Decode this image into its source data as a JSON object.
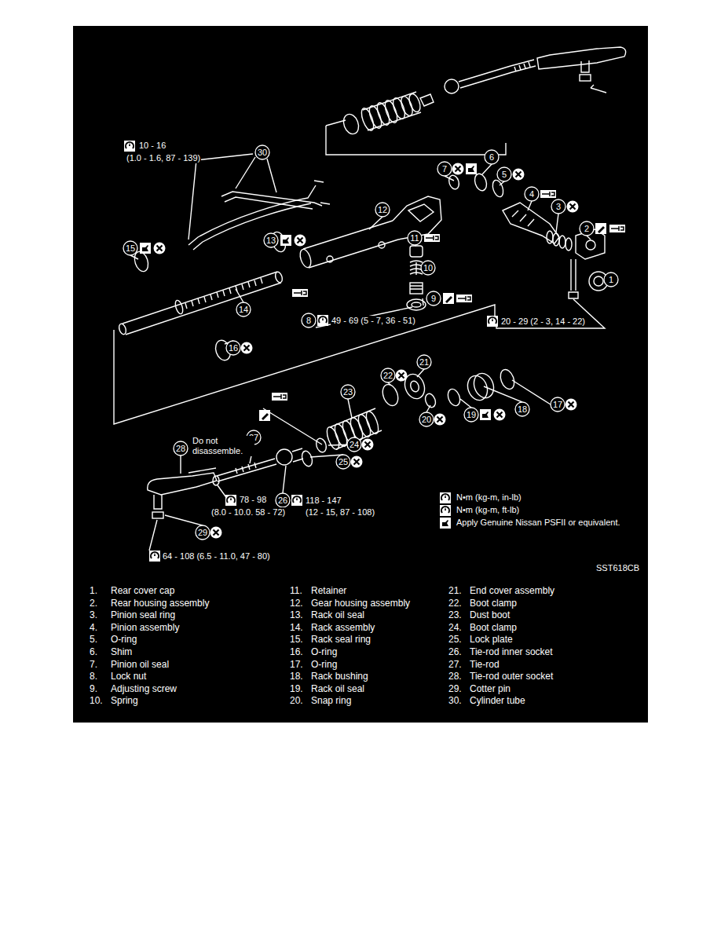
{
  "diagram": {
    "labels": [
      "10 - 16",
      "(1.0 - 1.6, 87 - 139)",
      "30",
      "6",
      "7",
      "5",
      "4",
      "3",
      "2",
      "1",
      "12",
      "15",
      "13",
      "11",
      "10",
      "9",
      "14",
      "8",
      "49 - 69 (5 - 7, 36 - 51)",
      "20 - 29 (2 - 3, 14 - 22)",
      "16",
      "21",
      "22",
      "23",
      "17",
      "18",
      "19",
      "20",
      "27",
      "24",
      "28",
      "Do not disassemble.",
      "25",
      "26",
      "118 - 147",
      "(12 - 15, 87 - 108)",
      "78 - 98",
      "(8.0 - 10.0. 58 - 72)",
      "29",
      "64 - 108 (6.5 - 11.0, 47 - 80)",
      "SST618CB",
      "1.",
      "Rear cover cap",
      "2.",
      "Rear housing assembly",
      "3.",
      "Pinion seal ring",
      "4.",
      "Pinion assembly",
      "5.",
      "O-ring",
      "6.",
      "Shim",
      "7.",
      "Pinion oil seal",
      "8.",
      "Lock nut",
      "9.",
      "Adjusting screw",
      "10.",
      "Spring",
      "11.",
      "Retainer",
      "12.",
      "Gear housing assembly",
      "13.",
      "Rack oil seal",
      "14.",
      "Rack assembly",
      "15.",
      "Rack seal ring",
      "16.",
      "O-ring",
      "17.",
      "O-ring",
      "18.",
      "Rack bushing",
      "19.",
      "Rack oil seal",
      "20.",
      "Snap ring",
      "21.",
      "End cover assembly",
      "22.",
      "Boot clamp",
      "23.",
      "Dust boot",
      "24.",
      "Boot clamp",
      "25.",
      "Lock plate",
      "26.",
      "Tie-rod inner socket",
      "27.",
      "Tie-rod",
      "28.",
      "Tie-rod outer socket",
      "29.",
      "Cotter pin",
      "30.",
      "Cylinder tube"
    ],
    "legend": [
      {
        "text": "N•m (kg-m, in-lb)"
      },
      {
        "text": "N•m (kg-m, ft-lb)"
      },
      {
        "text": "Apply Genuine Nissan PSFII or equivalent."
      }
    ]
  }
}
